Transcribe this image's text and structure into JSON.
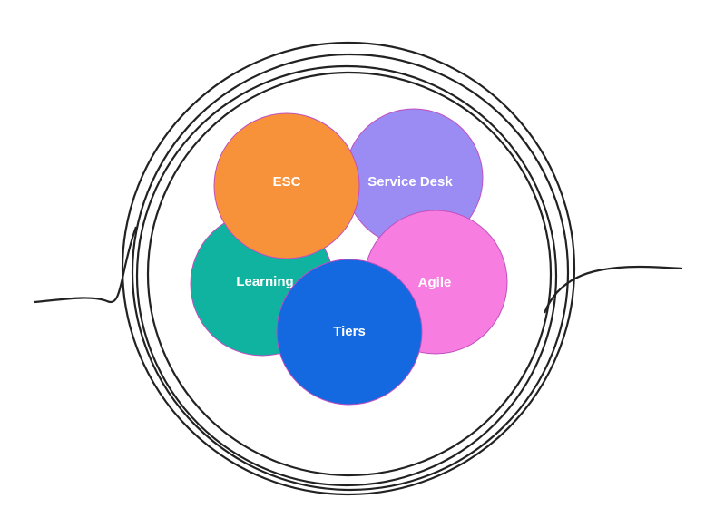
{
  "diagram": {
    "circles": [
      {
        "id": "service-desk",
        "label": "Service Desk",
        "color": "#9b8cf4"
      },
      {
        "id": "esc",
        "label": "ESC",
        "color": "#f7913a"
      },
      {
        "id": "agile",
        "label": "Agile",
        "color": "#f77ee0"
      },
      {
        "id": "learning",
        "label": "Learning",
        "color": "#10b39f"
      },
      {
        "id": "tiers",
        "label": "Tiers",
        "color": "#1468e0"
      }
    ],
    "line_color": "#222222"
  }
}
